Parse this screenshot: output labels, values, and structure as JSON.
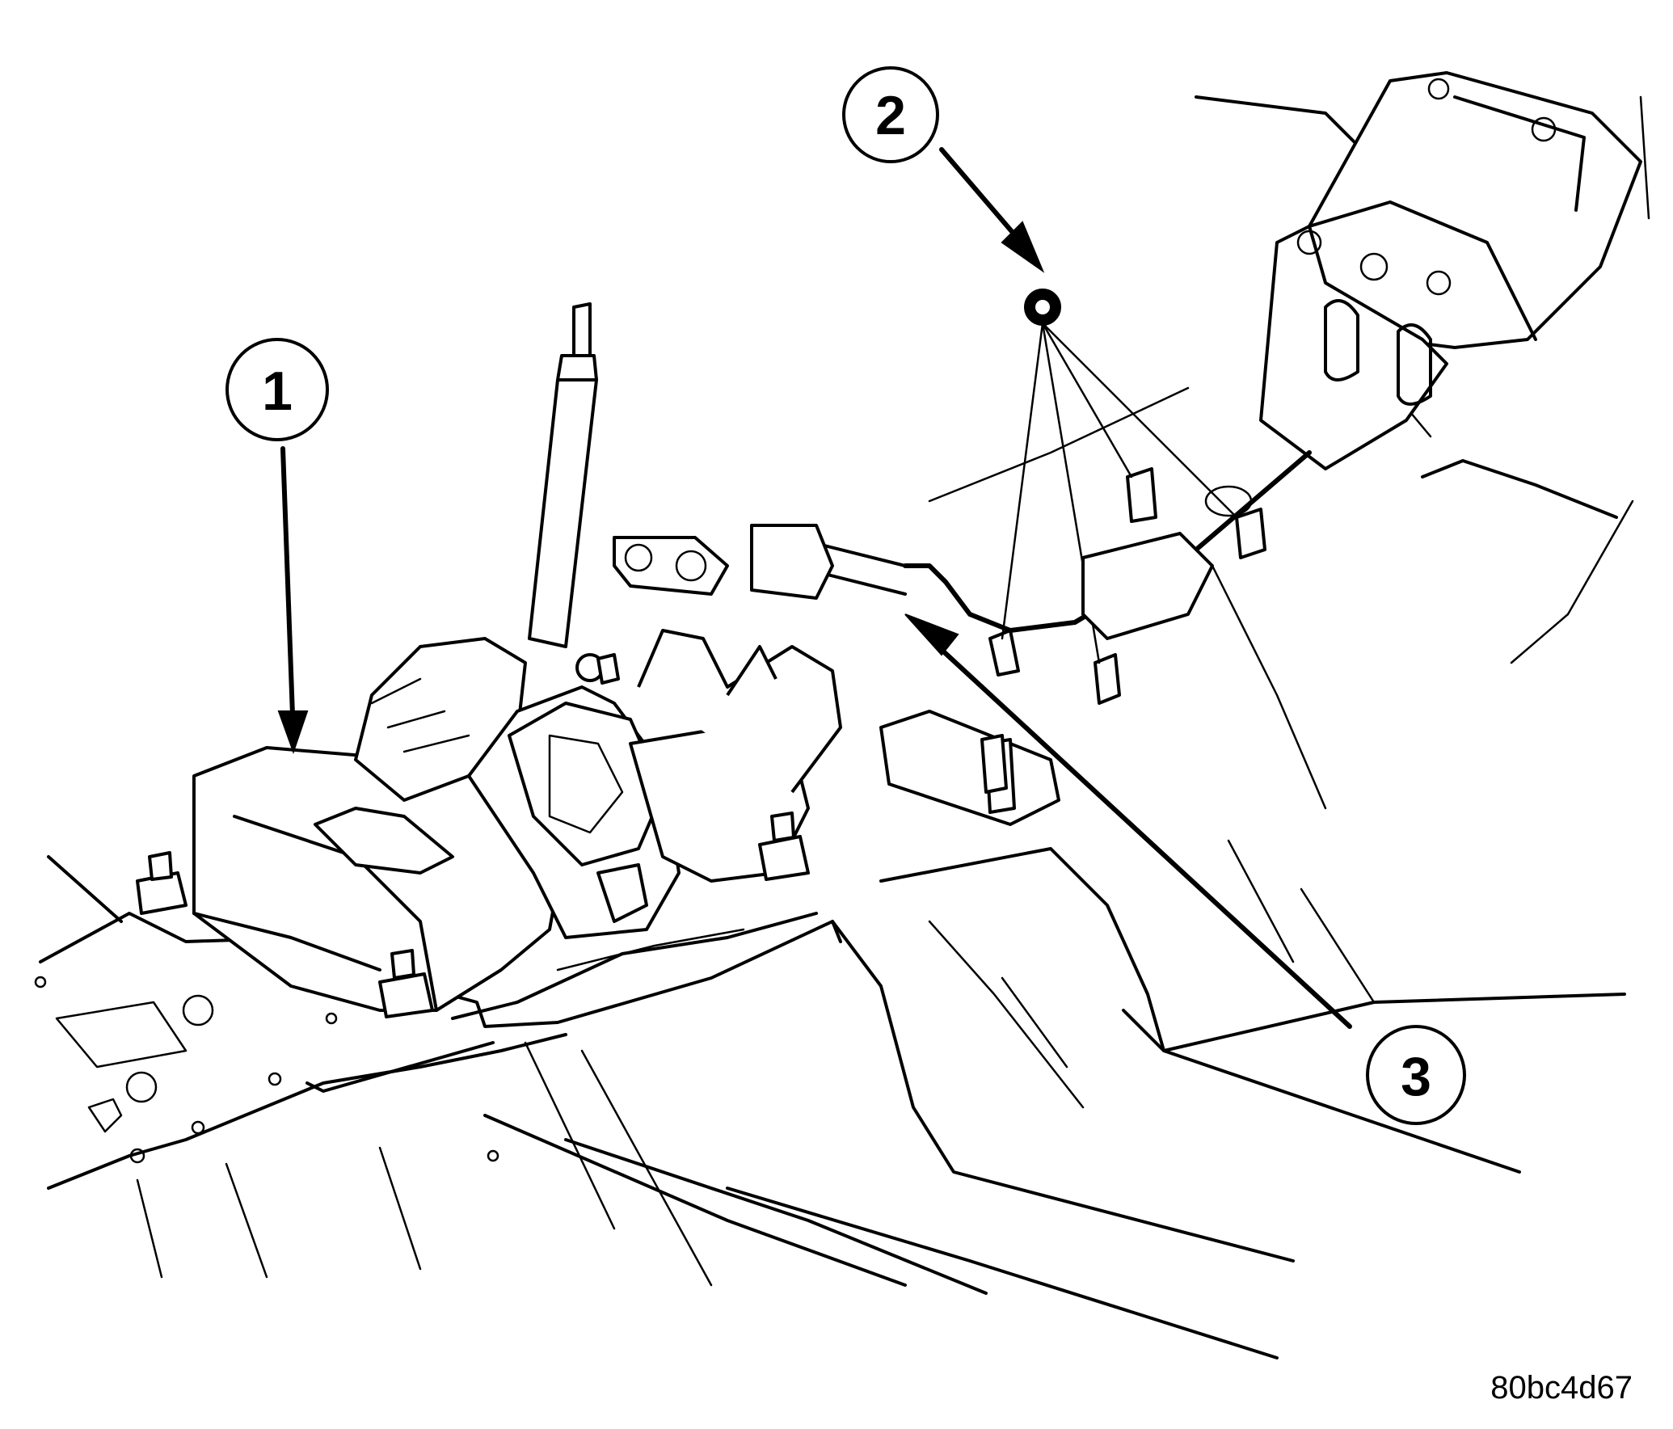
{
  "figure_code": "80bc4d67",
  "callouts": [
    {
      "label": "1"
    },
    {
      "label": "2"
    },
    {
      "label": "3"
    }
  ]
}
